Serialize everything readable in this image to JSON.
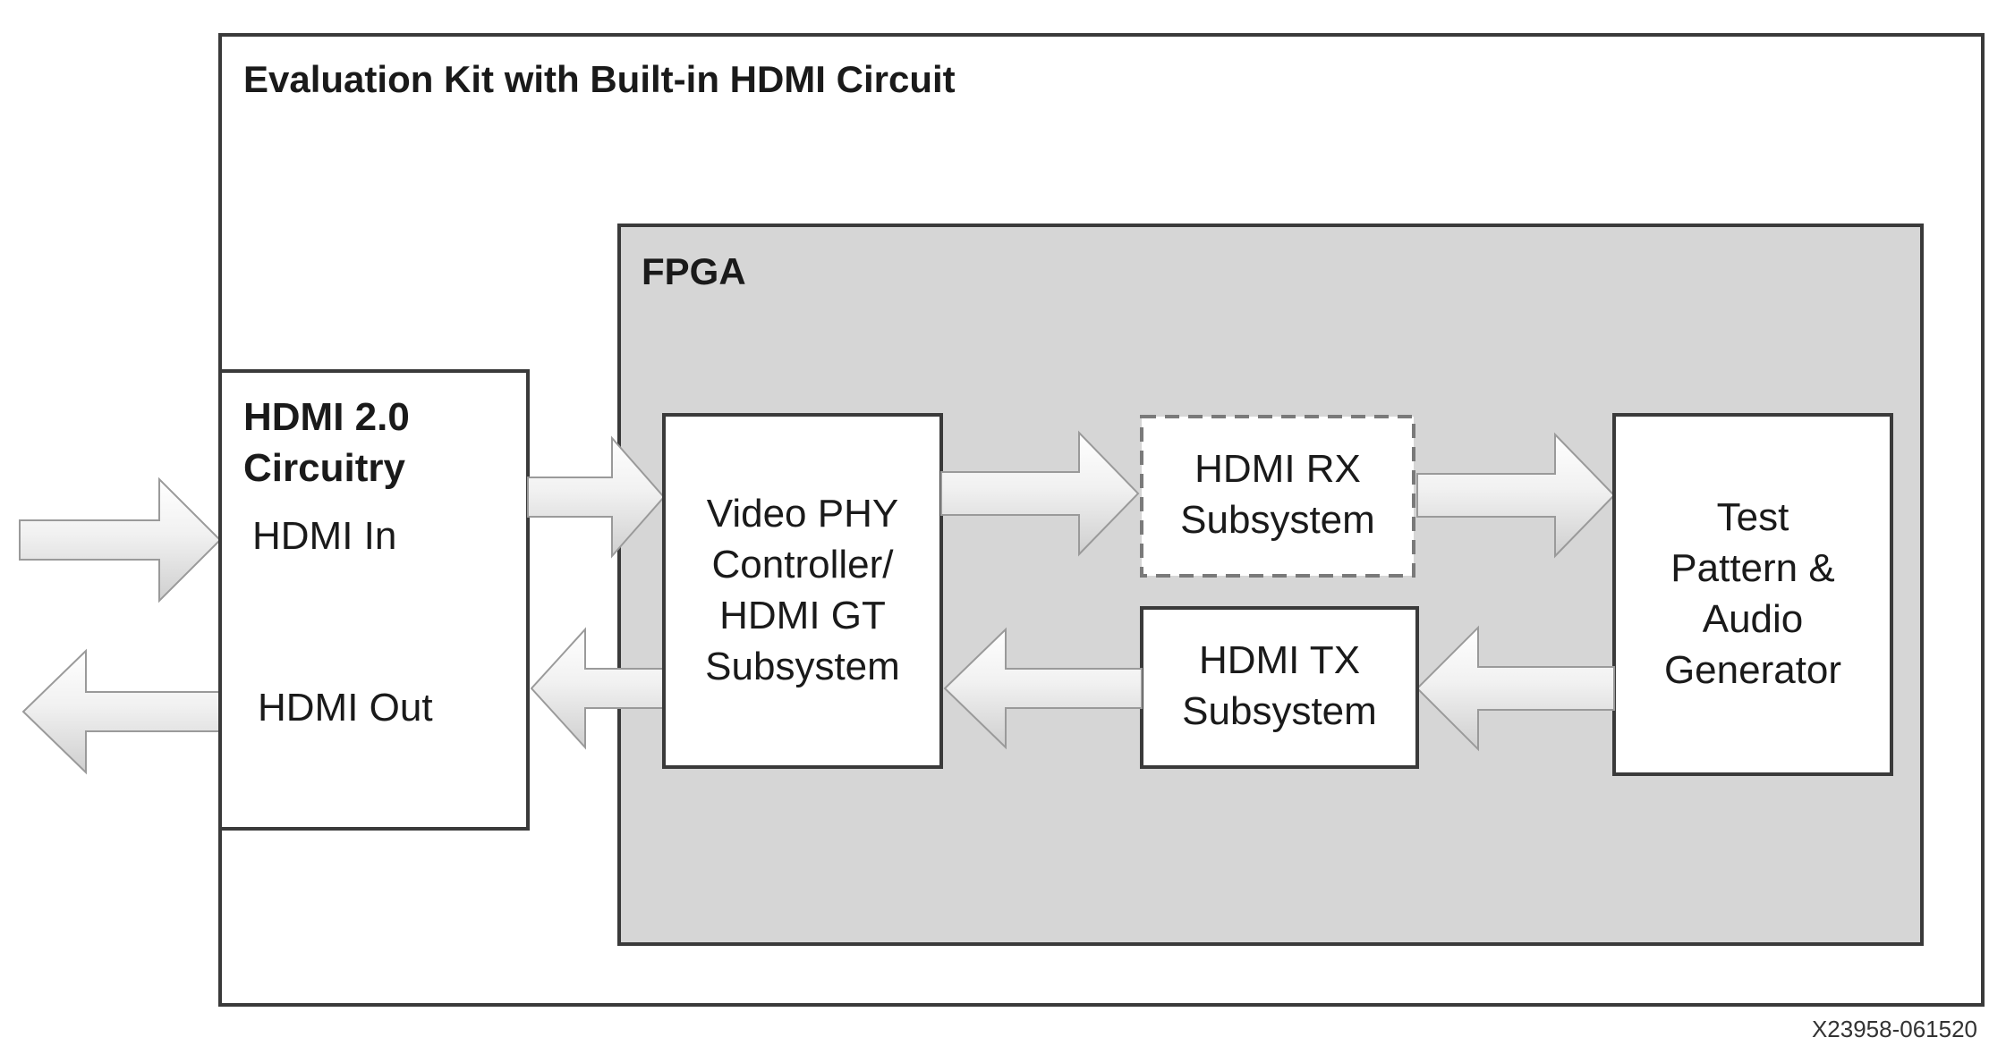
{
  "diagram": {
    "kit_title": "Evaluation Kit with Built-in HDMI Circuit",
    "fpga_label": "FPGA",
    "hdmi_circuitry": {
      "title_line1": "HDMI 2.0",
      "title_line2": "Circuitry",
      "input_label": "HDMI In",
      "output_label": "HDMI Out"
    },
    "video_phy": {
      "line1": "Video PHY",
      "line2": "Controller/",
      "line3": "HDMI GT",
      "line4": "Subsystem"
    },
    "hdmi_rx": {
      "line1": "HDMI RX",
      "line2": "Subsystem"
    },
    "hdmi_tx": {
      "line1": "HDMI TX",
      "line2": "Subsystem"
    },
    "test_pattern": {
      "line1": "Test",
      "line2": "Pattern &",
      "line3": "Audio",
      "line4": "Generator"
    },
    "figure_id": "X23958-061520"
  },
  "colors": {
    "outline": "#3a3a3a",
    "fpga_fill": "#d6d6d6",
    "box_fill": "#ffffff",
    "arrow_light": "#ffffff",
    "arrow_dark": "#d2d2d2"
  }
}
